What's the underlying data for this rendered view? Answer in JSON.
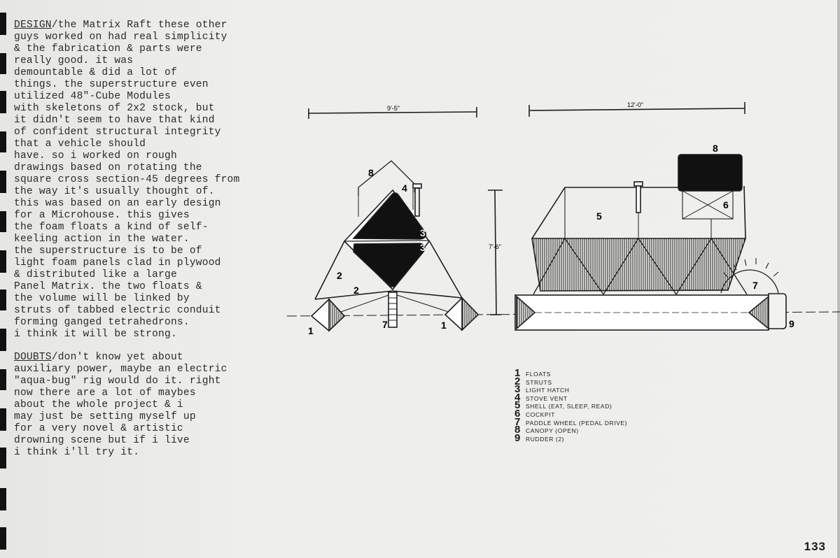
{
  "text": {
    "design_keyword": "DESIGN",
    "design_body": "/the Matrix Raft these other\nguys worked on had real simplicity\n& the fabrication & parts were\nreally good. it was\ndemountable & did a lot of\nthings. the superstructure even\nutilized 48\"-Cube Modules\nwith skeletons of 2x2 stock, but\nit didn't seem to have that kind\nof confident structural integrity\nthat a vehicle should\nhave. so i worked on rough\ndrawings based on rotating the\nsquare cross section-45 degrees from\nthe way it's usually thought of.\nthis was based on an early design\nfor a Microhouse. this gives\nthe foam floats a kind of self-\nkeeling action in the water.\nthe superstructure is to be of\nlight foam panels clad in plywood\n& distributed like a large\nPanel Matrix. the two floats &\nthe volume will be linked by\nstruts of tabbed electric conduit\nforming ganged tetrahedrons.\ni think it will be strong.",
    "doubts_keyword": "DOUBTS",
    "doubts_body": "/don't know yet about\nauxiliary power, maybe an electric\n\"aqua-bug\" rig would do it. right\nnow there are a lot of maybes\nabout the whole project & i\nmay just be setting myself up\nfor a very novel & artistic\ndrowning scene but if i live\ni think i'll try it."
  },
  "drawing": {
    "front_view": {
      "width_dimension": "9'-5\"",
      "labels": [
        "8",
        "4",
        "3",
        "3",
        "2",
        "2",
        "1",
        "7",
        "1"
      ]
    },
    "side_view": {
      "width_dimension": "12'-0\"",
      "height_dimension": "7'-6\"",
      "labels": [
        "8",
        "5",
        "6",
        "7",
        "9"
      ]
    }
  },
  "legend": [
    {
      "num": "1",
      "label": "Floats"
    },
    {
      "num": "2",
      "label": "Struts"
    },
    {
      "num": "3",
      "label": "Light Hatch"
    },
    {
      "num": "4",
      "label": "Stove Vent"
    },
    {
      "num": "5",
      "label": "Shell (Eat, Sleep, Read)"
    },
    {
      "num": "6",
      "label": "Cockpit"
    },
    {
      "num": "7",
      "label": "Paddle Wheel (Pedal Drive)"
    },
    {
      "num": "8",
      "label": "Canopy (Open)"
    },
    {
      "num": "9",
      "label": "Rudder (2)"
    }
  ],
  "page_number": "133"
}
